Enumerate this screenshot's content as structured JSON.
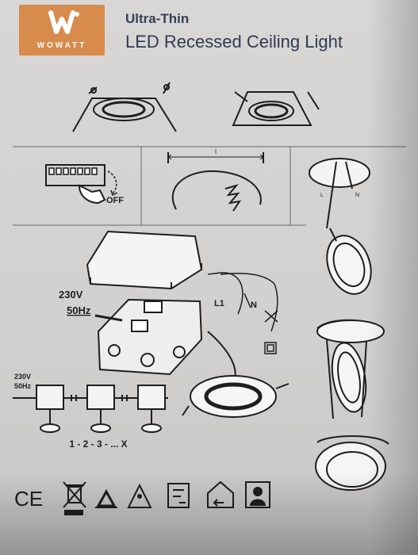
{
  "header": {
    "brand": "WOWATT",
    "title_line1": "Ultra-Thin",
    "title_line2": "LED Recessed Ceiling Light"
  },
  "diagram": {
    "switch_off_label": "OFF",
    "measure_label": "l",
    "wire_l": "L",
    "wire_n": "N",
    "voltage": "230V",
    "frequency": "50Hz",
    "junction_l1": "L1",
    "junction_n": "N",
    "chain_voltage": "230V",
    "chain_frequency": "50Hz",
    "chain_sequence": "1 - 2 - 3 - ... X"
  },
  "certifications": {
    "ce": "CE"
  }
}
